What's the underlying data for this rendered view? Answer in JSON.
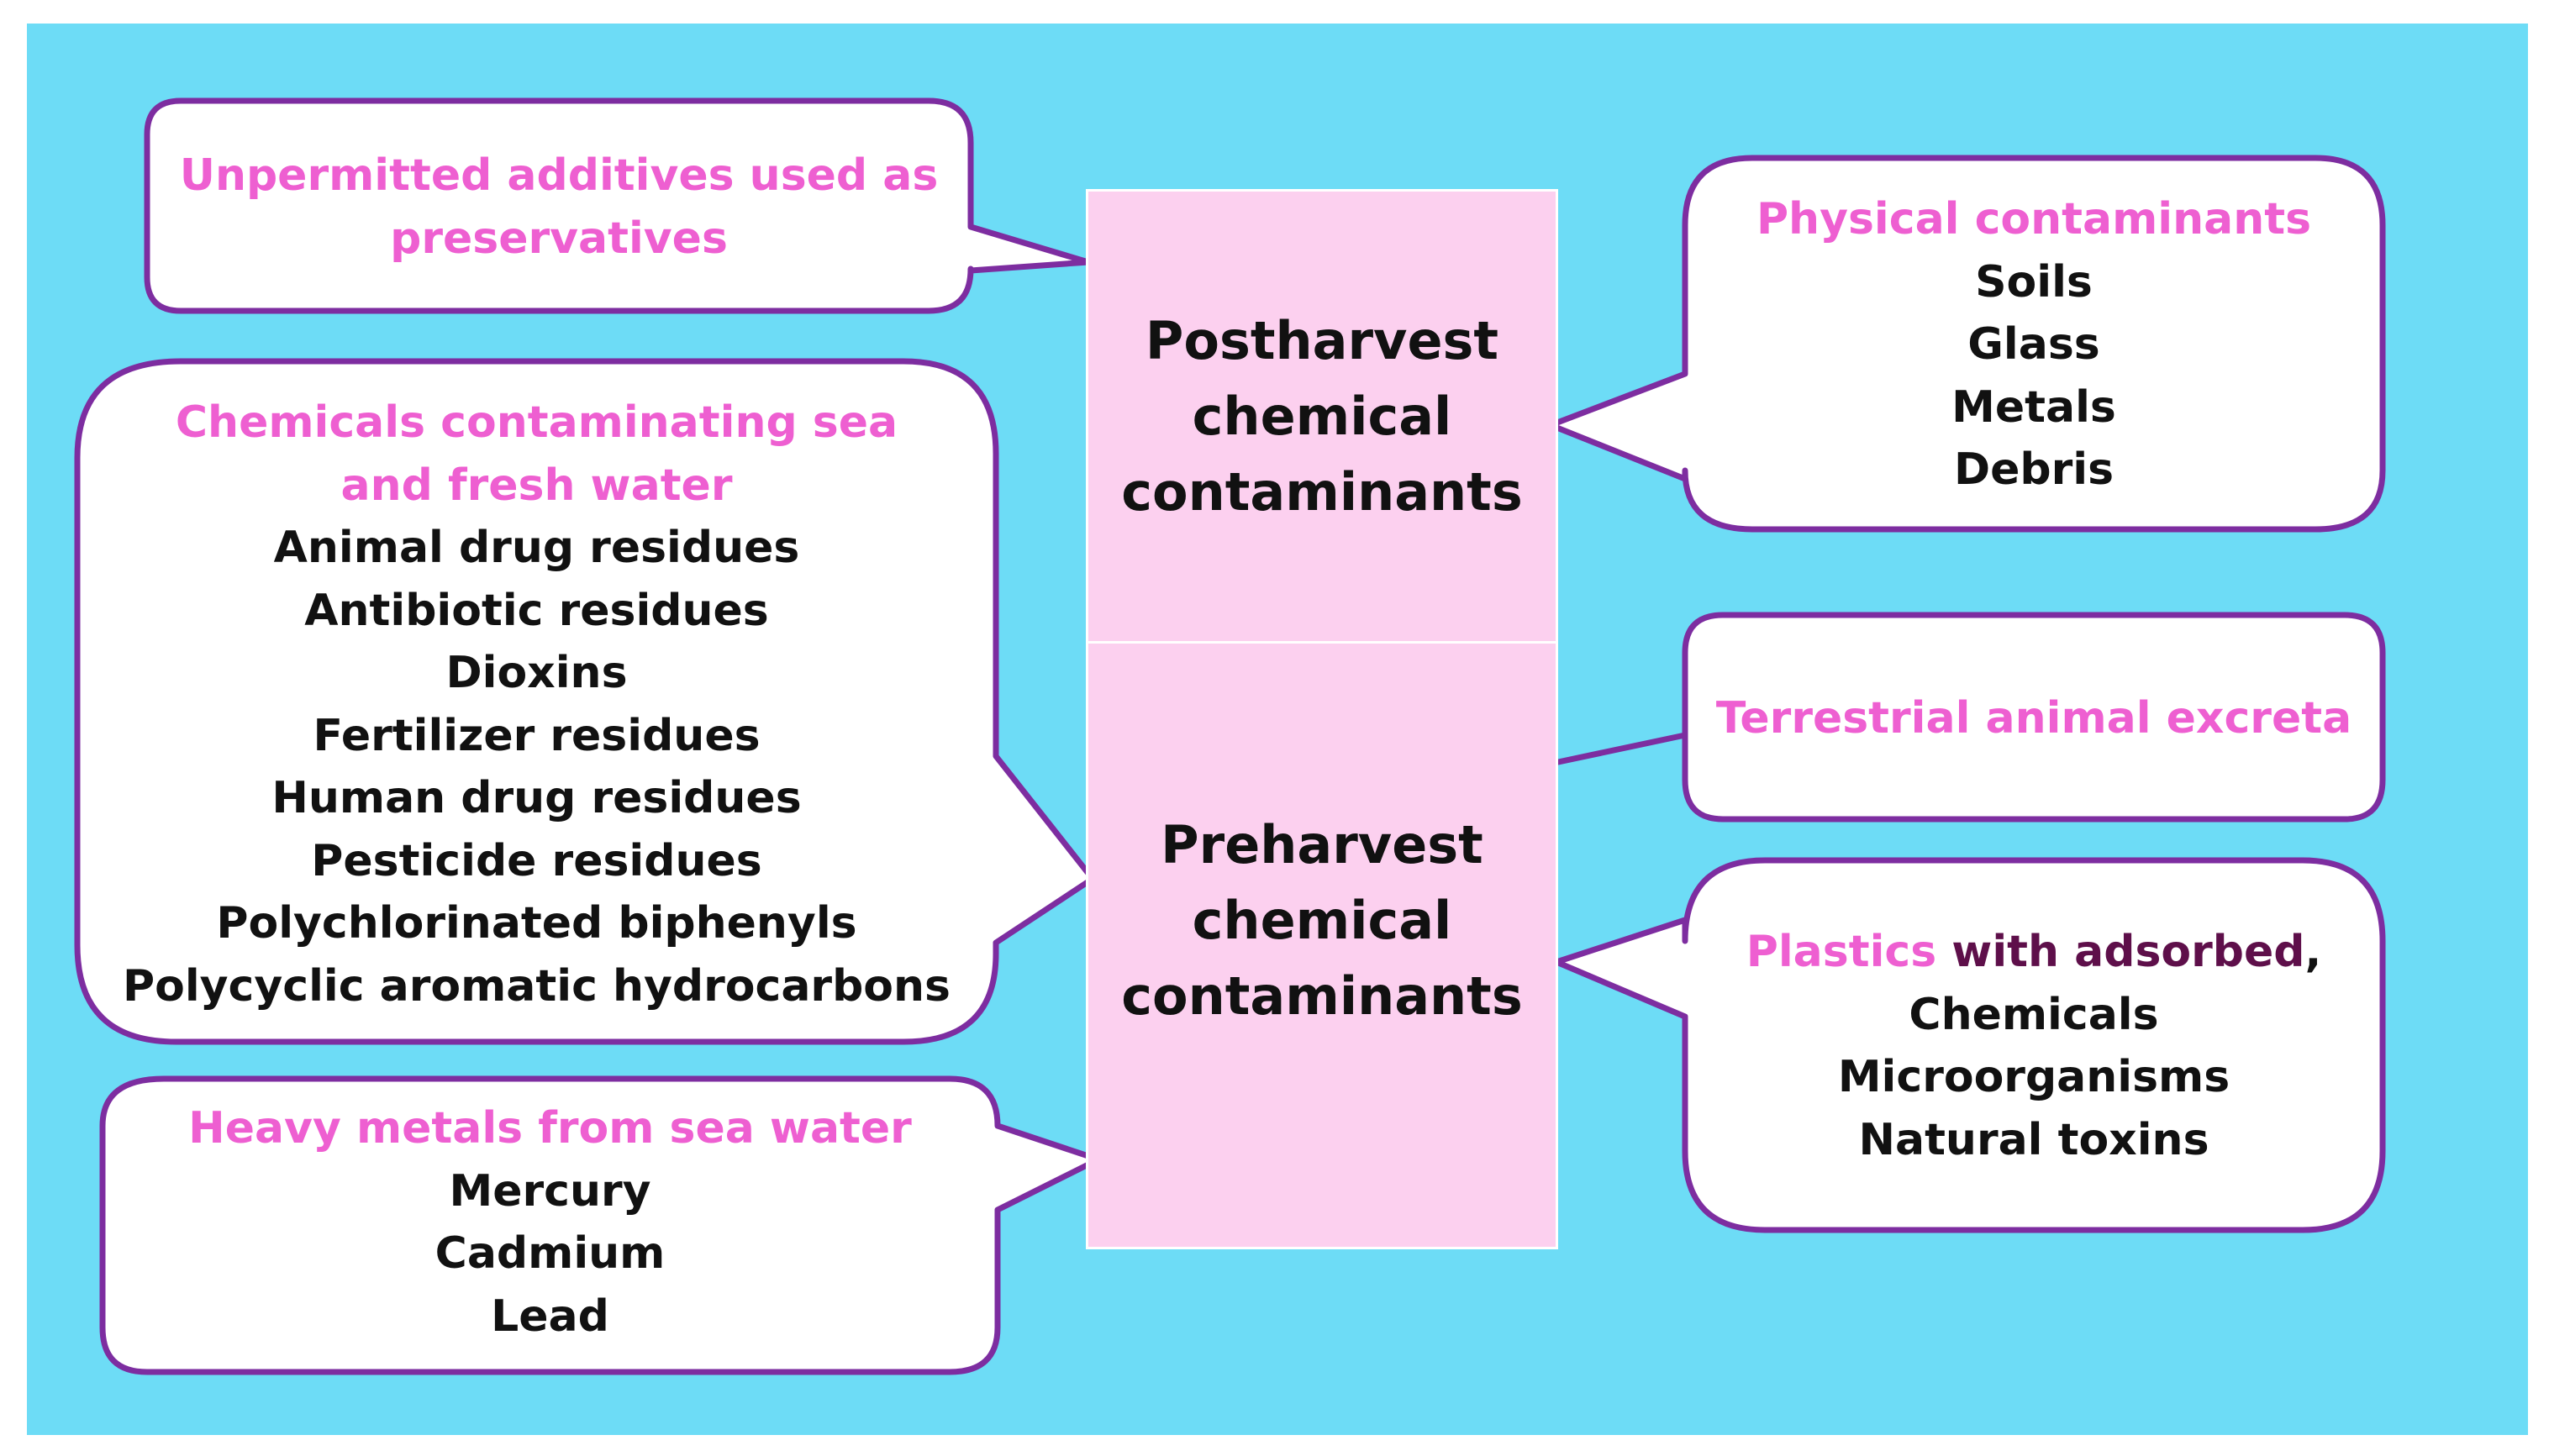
{
  "center": {
    "post": [
      "Postharvest",
      "chemical",
      "contaminants"
    ],
    "pre": [
      "Preharvest",
      "chemical",
      "contaminants"
    ]
  },
  "callouts": {
    "unpermitted": {
      "heading": [
        "Unpermitted additives used as",
        "preservatives"
      ]
    },
    "water": {
      "heading": [
        "Chemicals contaminating sea",
        "and fresh water"
      ],
      "items": [
        "Animal drug residues",
        "Antibiotic residues",
        "Dioxins",
        "Fertilizer residues",
        "Human drug residues",
        "Pesticide residues",
        "Polychlorinated biphenyls",
        "Polycyclic aromatic hydrocarbons"
      ]
    },
    "heavy_metals": {
      "heading": "Heavy metals from sea water",
      "items": [
        "Mercury",
        "Cadmium",
        "Lead"
      ]
    },
    "physical": {
      "heading": "Physical contaminants",
      "items": [
        "Soils",
        "Glass",
        "Metals",
        "Debris"
      ]
    },
    "excreta": {
      "heading": "Terrestrial animal excreta"
    },
    "plastics": {
      "heading_a": "Plastics",
      "heading_b": "with adsorbed",
      "heading_c": ",",
      "items": [
        "Chemicals",
        "Microorganisms",
        "Natural toxins"
      ]
    }
  },
  "colors": {
    "background": "#6ddcf6",
    "center_fill": "#fcd0ef",
    "callout_border": "#7d2da0",
    "heading_pink": "#ee5fd1",
    "heading_plum": "#5e0f4a",
    "text": "#111111"
  }
}
